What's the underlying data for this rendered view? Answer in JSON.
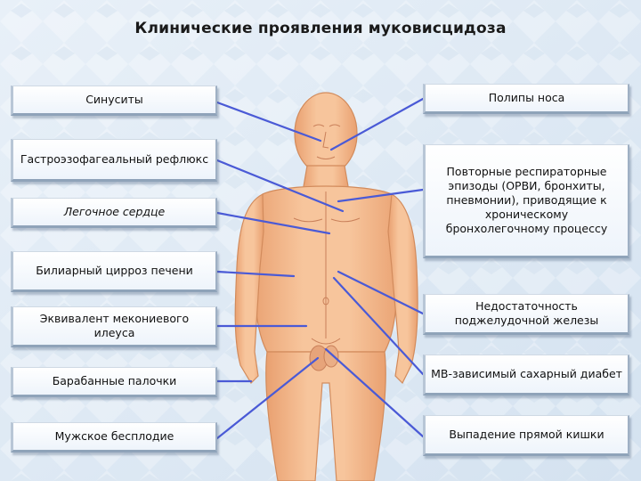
{
  "title": "Клинические проявления муковисцидоза",
  "left_labels": [
    "Синуситы",
    "Гастроэзофагеальный рефлюкс",
    "Легочное сердце",
    "Билиарный цирроз печени",
    "Эквивалент мекониевого илеуса",
    "Барабанные палочки",
    "Мужское бесплодие"
  ],
  "right_labels": [
    "Полипы носа",
    "Повторные респираторные эпизоды (ОРВИ, бронхиты, пневмонии), приводящие к хроническому бронхолегочному процессу",
    "Недостаточность поджелудочной железы",
    "МВ-зависимый сахарный диабет",
    "Выпадение прямой кишки"
  ],
  "colors": {
    "connector": "#4a5ad6",
    "skin": "#f4b98a",
    "skin_shade": "#e29a6a",
    "background": "#dfe9f4"
  }
}
